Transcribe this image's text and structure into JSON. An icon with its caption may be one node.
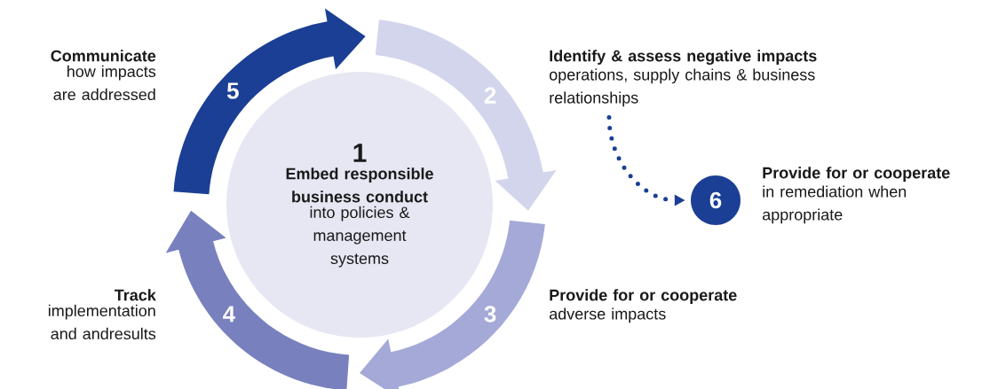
{
  "diagram": {
    "nodes": [
      {
        "text": [
          "1",
          "Embed responsible business conduct",
          "into policies & management systems"
        ]
      },
      {
        "text": [
          "2"
        ],
        "beside": [
          "Identify & assess negative impacts",
          "operations, supply chains & business relationships"
        ]
      },
      {
        "text": [
          "3"
        ],
        "beside": [
          "Provide for or cooperate",
          "adverse impacts"
        ]
      },
      {
        "text": [
          "4"
        ],
        "beside": [
          "Track",
          "implementation and andresults"
        ]
      },
      {
        "text": [
          "5"
        ],
        "beside": [
          "Communicate",
          "how impacts are addressed"
        ]
      },
      {
        "text": [
          "6"
        ],
        "beside": [
          "Provide for or cooperate",
          "in remediation when appropriate"
        ]
      }
    ],
    "edges": [
      {
        "from": 1,
        "to": 5,
        "arrow": "to",
        "style": "dashed"
      }
    ]
  }
}
